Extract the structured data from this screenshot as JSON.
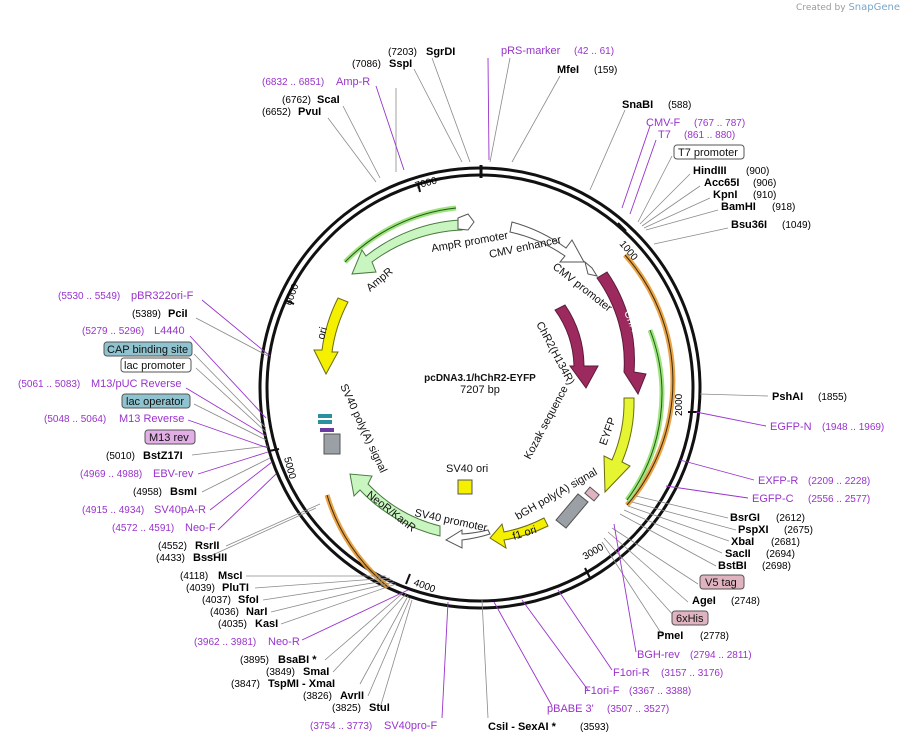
{
  "credit": {
    "prefix": "Created by",
    "brand": "SnapGene"
  },
  "plasmid": {
    "name": "pcDNA3.1/hChR2-EYFP",
    "size": "7207 bp"
  },
  "ticks": [
    "1000",
    "2000",
    "3000",
    "4000",
    "5000",
    "6000",
    "7000"
  ],
  "features": [
    {
      "label": "AmpR promoter"
    },
    {
      "label": "AmpR"
    },
    {
      "label": "ori"
    },
    {
      "label": "CMV enhancer"
    },
    {
      "label": "CMV promoter"
    },
    {
      "label": "ChR2"
    },
    {
      "label": "ChR2(H134R)"
    },
    {
      "label": "Kozak sequence"
    },
    {
      "label": "EYFP"
    },
    {
      "label": "bGH poly(A) signal"
    },
    {
      "label": "f1 ori"
    },
    {
      "label": "SV40 promoter"
    },
    {
      "label": "NeoR/KanR"
    },
    {
      "label": "SV40 ori"
    },
    {
      "label": "SV40 poly(A) signal"
    }
  ],
  "sites": [
    {
      "pos": "(7203)",
      "name": "SgrDI"
    },
    {
      "pos": "(7086)",
      "name": "SspI"
    },
    {
      "pos": "(159)",
      "name": "MfeI"
    },
    {
      "pos": "(6762)",
      "name": "ScaI"
    },
    {
      "pos": "(6652)",
      "name": "PvuI"
    },
    {
      "pos": "(588)",
      "name": "SnaBI"
    },
    {
      "pos": "(900)",
      "name": "HindIII"
    },
    {
      "pos": "(906)",
      "name": "Acc65I"
    },
    {
      "pos": "(910)",
      "name": "KpnI"
    },
    {
      "pos": "(918)",
      "name": "BamHI"
    },
    {
      "pos": "(1049)",
      "name": "Bsu36I"
    },
    {
      "pos": "(5389)",
      "name": "PciI"
    },
    {
      "pos": "(1855)",
      "name": "PshAI"
    },
    {
      "pos": "(5010)",
      "name": "BstZ17I"
    },
    {
      "pos": "(4958)",
      "name": "BsmI"
    },
    {
      "pos": "(2612)",
      "name": "BsrGI"
    },
    {
      "pos": "(2675)",
      "name": "PspXI"
    },
    {
      "pos": "(2681)",
      "name": "XbaI"
    },
    {
      "pos": "(2694)",
      "name": "SacII"
    },
    {
      "pos": "(2698)",
      "name": "BstBI"
    },
    {
      "pos": "(4552)",
      "name": "RsrII"
    },
    {
      "pos": "(4433)",
      "name": "BssHII"
    },
    {
      "pos": "(2748)",
      "name": "AgeI"
    },
    {
      "pos": "(4118)",
      "name": "MscI"
    },
    {
      "pos": "(4039)",
      "name": "PluTI"
    },
    {
      "pos": "(4037)",
      "name": "SfoI"
    },
    {
      "pos": "(4036)",
      "name": "NarI"
    },
    {
      "pos": "(4035)",
      "name": "KasI"
    },
    {
      "pos": "(2778)",
      "name": "PmeI"
    },
    {
      "pos": "(3895)",
      "name": "BsaBI *"
    },
    {
      "pos": "(3849)",
      "name": "SmaI"
    },
    {
      "pos": "(3847)",
      "name": "TspMI - XmaI"
    },
    {
      "pos": "(3826)",
      "name": "AvrII"
    },
    {
      "pos": "(3825)",
      "name": "StuI"
    },
    {
      "pos": "(3593)",
      "name": "CsiI - SexAI *"
    }
  ],
  "primers": [
    {
      "name": "pRS-marker",
      "range": "(42 .. 61)"
    },
    {
      "name": "Amp-R",
      "range": "(6832 .. 6851)"
    },
    {
      "name": "CMV-F",
      "range": "(767 .. 787)"
    },
    {
      "name": "T7",
      "range": "(861 .. 880)"
    },
    {
      "name": "pBR322ori-F",
      "range": "(5530 .. 5549)"
    },
    {
      "name": "L4440",
      "range": "(5279 .. 5296)"
    },
    {
      "name": "M13/pUC Reverse",
      "range": "(5061 .. 5083)"
    },
    {
      "name": "M13 Reverse",
      "range": "(5048 .. 5064)"
    },
    {
      "name": "EGFP-N",
      "range": "(1948 .. 1969)"
    },
    {
      "name": "EBV-rev",
      "range": "(4969 .. 4988)"
    },
    {
      "name": "EXFP-R",
      "range": "(2209 .. 2228)"
    },
    {
      "name": "SV40pA-R",
      "range": "(4915 .. 4934)"
    },
    {
      "name": "EGFP-C",
      "range": "(2556 .. 2577)"
    },
    {
      "name": "Neo-F",
      "range": "(4572 .. 4591)"
    },
    {
      "name": "Neo-R",
      "range": "(3962 .. 3981)"
    },
    {
      "name": "BGH-rev",
      "range": "(2794 .. 2811)"
    },
    {
      "name": "F1ori-R",
      "range": "(3157 .. 3176)"
    },
    {
      "name": "F1ori-F",
      "range": "(3367 .. 3388)"
    },
    {
      "name": "pBABE 3'",
      "range": "(3507 .. 3527)"
    },
    {
      "name": "SV40pro-F",
      "range": "(3754 .. 3773)"
    }
  ],
  "boxes": [
    {
      "label": "T7 promoter"
    },
    {
      "label": "CAP binding site"
    },
    {
      "label": "lac promoter"
    },
    {
      "label": "lac operator"
    },
    {
      "label": "M13 rev"
    },
    {
      "label": "V5 tag"
    },
    {
      "label": "6xHis"
    }
  ],
  "colors": {
    "site": "#111111",
    "primer": "#9933cc",
    "leader": "#8a8a8a",
    "amp": "#c8f5c0",
    "ori": "#f5f000",
    "chr2": "#9c2a5e",
    "eyfp": "#e6f531",
    "neo": "#c8f5c0",
    "f1": "#f5f000",
    "bgh": "#9aa0a6",
    "cap_box": "#8fc3cf",
    "lacop_box": "#8fc3cf",
    "m13_box": "#e2aee6",
    "v5_box": "#dfb4c0",
    "his_box": "#dfb4c0",
    "orange_arc": "#e79a33"
  }
}
